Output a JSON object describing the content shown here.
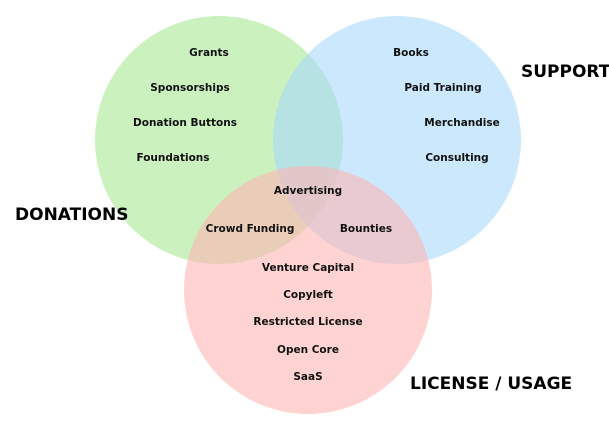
{
  "sets": {
    "donations": {
      "label": "DONATIONS",
      "color": "#a8e895"
    },
    "support": {
      "label": "SUPPORT",
      "color": "#a8d9fb"
    },
    "license": {
      "label": "LICENSE / USAGE",
      "color": "#feb6b4"
    }
  },
  "items": {
    "donations": [
      "Grants",
      "Sponsorships",
      "Donation Buttons",
      "Foundations"
    ],
    "support": [
      "Books",
      "Paid Training",
      "Merchandise",
      "Consulting"
    ],
    "all_three": "Advertising",
    "donations_license": "Crowd Funding",
    "support_license": "Bounties",
    "license": [
      "Venture Capital",
      "Copyleft",
      "Restricted License",
      "Open Core",
      "SaaS"
    ]
  }
}
